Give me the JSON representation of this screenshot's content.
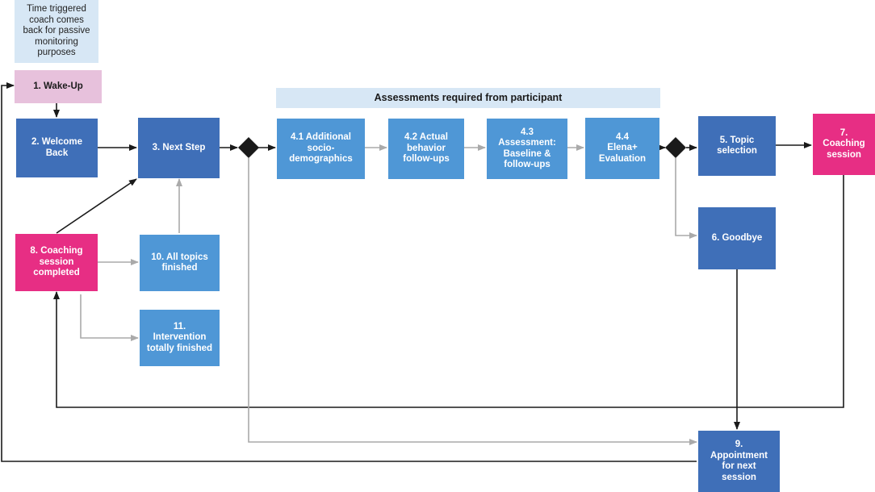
{
  "banner": {
    "label": "Assessments required from participant"
  },
  "nodes": {
    "note": "Time triggered\ncoach comes\nback for passive\nmonitoring\npurposes",
    "wake_up": "1. Wake-Up",
    "welcome_back": "2. Welcome\nBack",
    "next_step": "3. Next Step",
    "sociodemographics": "4.1 Additional\nsocio-\ndemographics",
    "behavior_followups": "4.2 Actual\nbehavior\nfollow-ups",
    "assessment_baseline": "4.3\nAssessment:\nBaseline &\nfollow-ups",
    "elena_evaluation": "4.4\nElena+\nEvaluation",
    "topic_selection": "5. Topic\nselection",
    "goodbye": "6. Goodbye",
    "coaching_session": "7.\nCoaching\nsession",
    "coaching_completed": "8. Coaching\nsession\ncompleted",
    "appointment": "9.\nAppointment\nfor next\nsession",
    "all_topics_finished": "10. All topics\nfinished",
    "intervention_finished": "11.\nIntervention\ntotally finished"
  },
  "colors": {
    "dark_blue": "#3f6fb8",
    "light_blue": "#4f97d6",
    "pink": "#e72e84",
    "lilac": "#e7c1dc",
    "pale_blue": "#d7e7f5",
    "arrow_black": "#1a1a1a",
    "arrow_gray": "#aaaaaa"
  }
}
